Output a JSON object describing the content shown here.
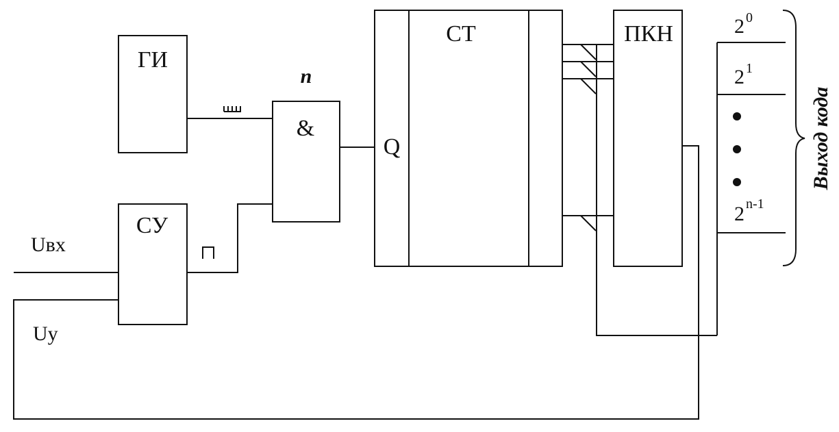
{
  "blocks": {
    "gi": "ГИ",
    "su": "СУ",
    "and_gate": "&",
    "and_index": "n",
    "counter": "СТ",
    "counter_input": "Q",
    "pkn": "ПКН"
  },
  "signals": {
    "input": "Uвх",
    "control": "Uу"
  },
  "outputs": {
    "bit0_base": "2",
    "bit0_exp": "0",
    "bit1_base": "2",
    "bit1_exp": "1",
    "bitn_base": "2",
    "bitn_exp": "n-1",
    "group_label": "Выход кода"
  }
}
